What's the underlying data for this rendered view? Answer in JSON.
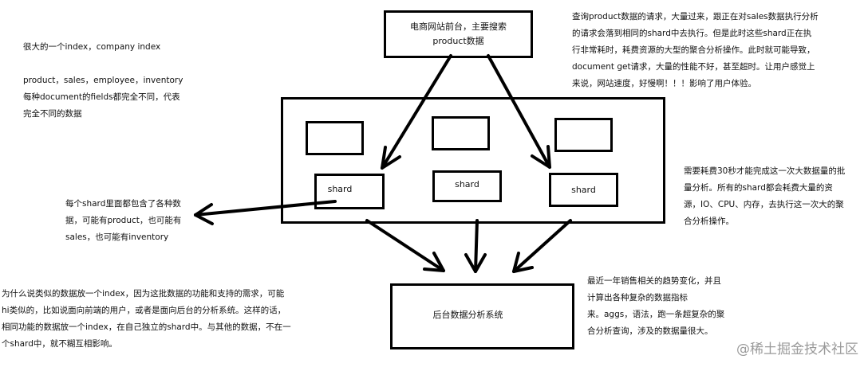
{
  "frontend": {
    "label": "电商网站前台，主要搜索\nproduct数据"
  },
  "shards": [
    {
      "label": "shard"
    },
    {
      "label": "shard"
    },
    {
      "label": "shard"
    }
  ],
  "analytics": {
    "label": "后台数据分析系统"
  },
  "notes": {
    "top_left": "很大的一个index，company index\n\nproduct，sales，employee，inventory\n每种document的fields都完全不同，代表\n完全不同的数据",
    "top_right": "查询product数据的请求，大量过来，跟正在对sales数据执行分析\n的请求会落到相同的shard中去执行。但是此时这些shard正在执\n行非常耗时，耗费资源的大型的聚合分析操作。此时就可能导致，\ndocument get请求，大量的性能不好，甚至超时。让用户感觉上\n来说，网站速度，好慢啊！！！影响了用户体验。",
    "middle_right": "需要耗费30秒才能完成这一次大数据量的批\n量分析。所有的shard都会耗费大量的资\n源，IO、CPU、内存，去执行这一次大的聚\n合分析操作。",
    "middle_left": "每个shard里面都包含了各种数\n据，可能有product，也可能有\nsales，也可能有inventory",
    "bottom_left": "为什么说类似的数据放一个index，因为这批数据的功能和支持的需求，可能\nhi类似的，比如说面向前端的用户，或者是面向后台的分析系统。这样的话，\n相同功能的数据放一个index，在自己独立的shard中。与其他的数据，不在一\n个shard中，就不糊互相影响。",
    "bottom_right": "最近一年销售相关的趋势变化，并且\n计算出各种复杂的数据指标\n来。aggs，语法，跑一条超复杂的聚\n合分析查询，涉及的数据量很大。"
  },
  "watermark": "@稀土掘金技术社区"
}
